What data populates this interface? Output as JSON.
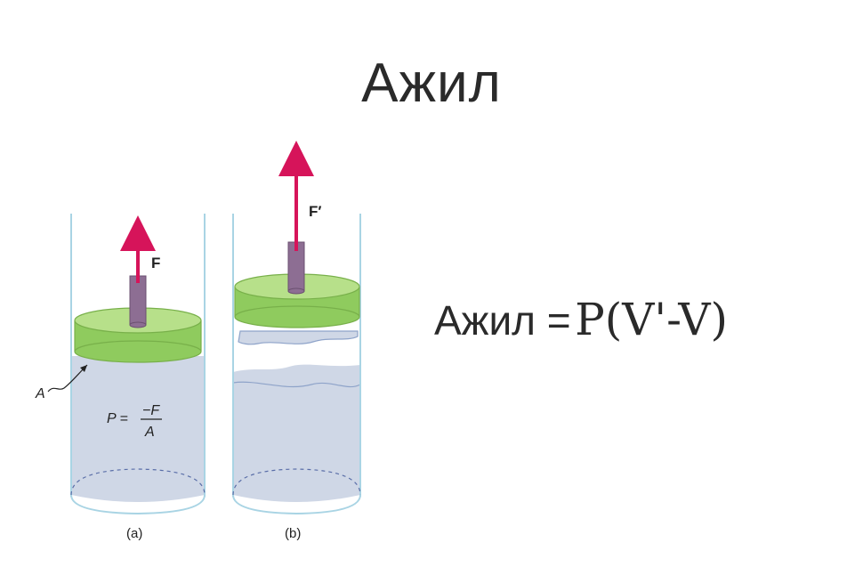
{
  "title": "Ажил",
  "formula": {
    "lhs": "Ажил =",
    "rhs": "P(V'-V)"
  },
  "diagram": {
    "panel_a": {
      "force_label": "F",
      "area_label": "A",
      "pressure": {
        "lhs": "P =",
        "numerator": "−F",
        "denominator": "A"
      },
      "caption": "(a)"
    },
    "panel_b": {
      "force_label": "F′",
      "caption": "(b)"
    }
  },
  "colors": {
    "cylinder_wall": "#a9d4e4",
    "gas_fill": "#cfd7e6",
    "gas_edge": "#8ea3c9",
    "piston_top": "#b7e08a",
    "piston_side": "#8fcb5e",
    "piston_edge": "#78b04a",
    "rod": "#8d6e93",
    "arrow": "#d6145a"
  }
}
